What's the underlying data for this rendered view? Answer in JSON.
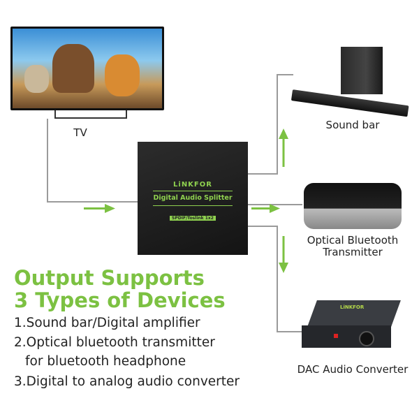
{
  "devices": {
    "tv": {
      "label": "TV"
    },
    "splitter": {
      "brand": "LiNKFOR",
      "title": "Digital Audio Splitter",
      "subtitle": "SPDIF/Toslink 1x2"
    },
    "soundbar": {
      "label": "Sound bar"
    },
    "bluetooth": {
      "label_line1": "Optical Bluetooth",
      "label_line2": "Transmitter"
    },
    "dac": {
      "label": "DAC Audio Converter",
      "brand": "LiNKFOR"
    }
  },
  "heading": {
    "line1": "Output Supports",
    "line2": "3 Types of Devices"
  },
  "list": [
    "1.Sound bar/Digital amplifier",
    "2.Optical bluetooth transmitter",
    "for bluetooth headphone",
    "3.Digital to analog audio converter"
  ],
  "colors": {
    "accent": "#7cc142",
    "line": "#9a9a9a",
    "device": "#1e1e1e"
  }
}
